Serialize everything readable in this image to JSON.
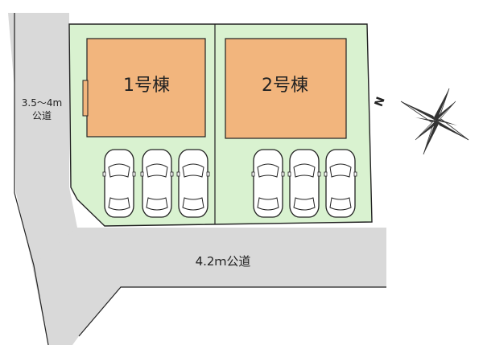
{
  "buildings": [
    {
      "label": "1号棟"
    },
    {
      "label": "2号棟"
    }
  ],
  "roads": {
    "left_road": {
      "width_label": "3.5～4m",
      "type_label": "公道"
    },
    "bottom_road": {
      "label": "4.2ｍ公道"
    }
  },
  "compass": {
    "north_label": "N",
    "icon": "compass-rose-icon"
  },
  "parking": {
    "lot1_count": 3,
    "lot2_count": 3
  },
  "colors": {
    "road": "#d9d9d9",
    "lot": "#d9f2d0",
    "building": "#f2b57d",
    "car_fill": "#ffffff",
    "outline": "#222222"
  }
}
